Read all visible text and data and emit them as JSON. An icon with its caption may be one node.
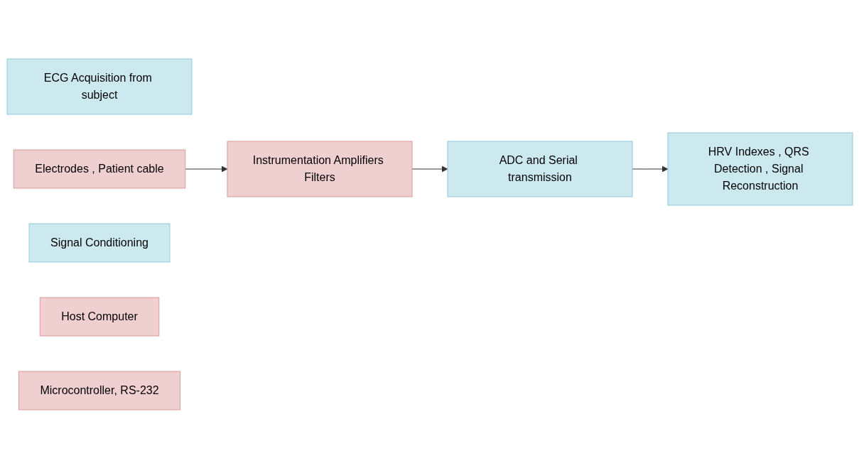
{
  "diagram": {
    "nodes": [
      {
        "text": [
          "ECG Acquisition from subject"
        ]
      },
      {
        "text": [
          "Electrodes , Patient cable"
        ]
      },
      {
        "text": [
          "Signal Conditioning"
        ]
      },
      {
        "text": [
          "Instrumentation Amplifiers Filters"
        ]
      },
      {
        "text": [
          "HRV Indexes , QRS Detection , Signal Reconstruction"
        ]
      },
      {
        "text": [
          "Host Computer"
        ]
      },
      {
        "text": [
          "ADC and Serial transmission"
        ]
      },
      {
        "text": [
          "Microcontroller, RS-232"
        ]
      }
    ],
    "edges": [
      {
        "from": 1,
        "to": 3,
        "arrow": "to"
      },
      {
        "from": 3,
        "to": 6,
        "arrow": "to"
      },
      {
        "from": 6,
        "to": 4,
        "arrow": "to"
      }
    ]
  }
}
